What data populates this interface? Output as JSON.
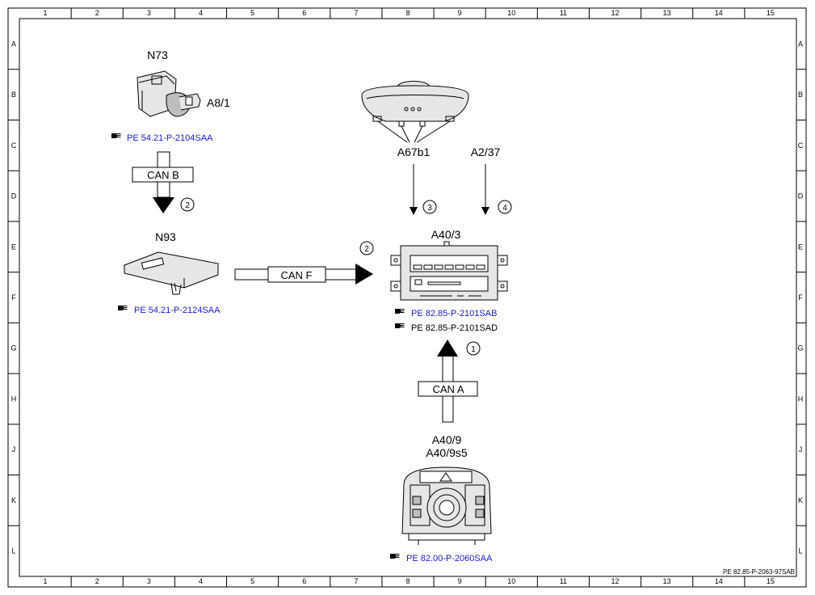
{
  "frame": {
    "columns": [
      "1",
      "2",
      "3",
      "4",
      "5",
      "6",
      "7",
      "8",
      "9",
      "10",
      "11",
      "12",
      "13",
      "14",
      "15"
    ],
    "rows": [
      "A",
      "B",
      "C",
      "D",
      "E",
      "F",
      "G",
      "H",
      "J",
      "K",
      "L"
    ],
    "doc_id": "PE 82.85-P-2063-97SAB"
  },
  "components": {
    "n73": {
      "label": "N73",
      "sub": "A8/1",
      "ref": "PE 54.21-P-2104SAA"
    },
    "n93": {
      "label": "N93",
      "ref": "PE 54.21-P-2124SAA"
    },
    "a67b1": {
      "label": "A67b1"
    },
    "a2_37": {
      "label": "A2/37"
    },
    "a40_3": {
      "label": "A40/3",
      "ref1": "PE 82.85-P-2101SAB",
      "ref2": "PE 82.85-P-2101SAD"
    },
    "a40_9": {
      "label1": "A40/9",
      "label2": "A40/9s5",
      "ref": "PE 82.00-P-2060SAA"
    }
  },
  "connections": {
    "can_b": {
      "label": "CAN B",
      "num": "2"
    },
    "can_f": {
      "label": "CAN F",
      "num": "2"
    },
    "can_a": {
      "label": "CAN A",
      "num": "1"
    },
    "a67b1_line": {
      "num": "3"
    },
    "a2_37_line": {
      "num": "4"
    }
  },
  "icons": {
    "reference": "pointing-hand-icon"
  }
}
